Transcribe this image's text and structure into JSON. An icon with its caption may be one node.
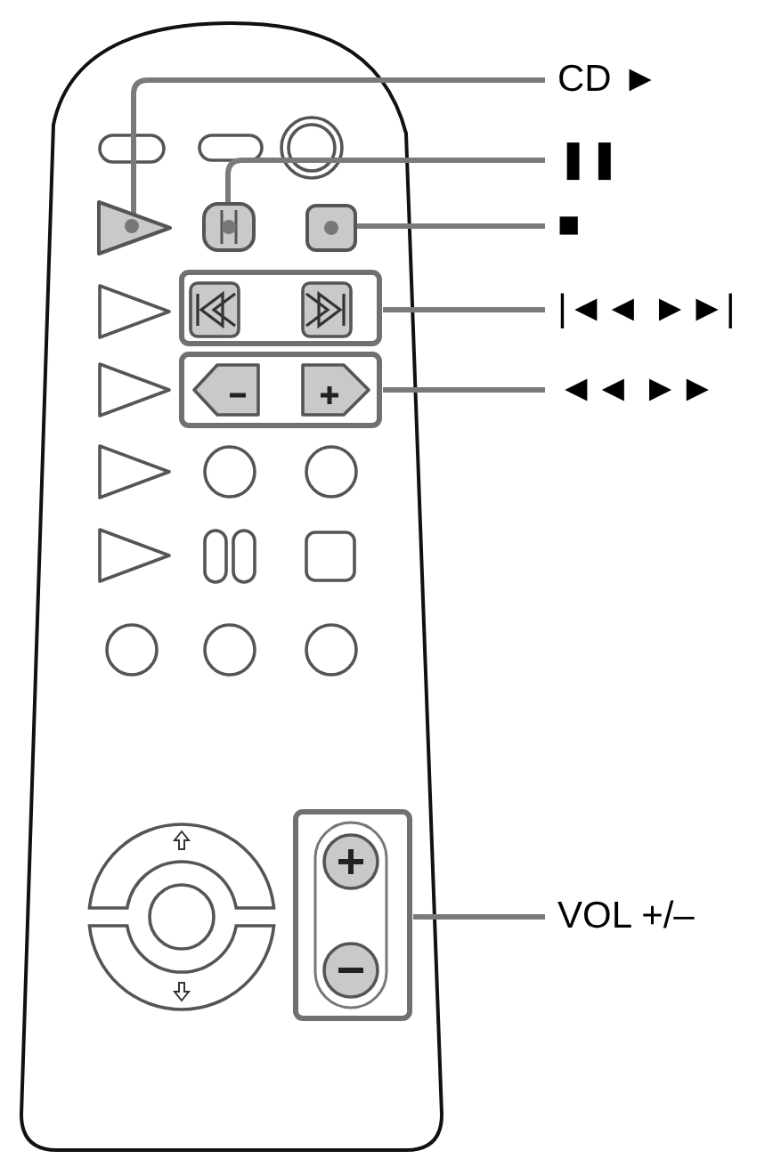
{
  "diagram": {
    "nodes": [
      {
        "text": [
          "CD ►"
        ]
      },
      {
        "text": [
          "❚❚"
        ]
      },
      {
        "text": [
          "■"
        ]
      },
      {
        "text": [
          "|◄◄ ►►|"
        ]
      },
      {
        "text": [
          "◄◄ ►►"
        ]
      },
      {
        "text": [
          "VOL +/–"
        ]
      },
      {
        "text": [],
        "shape": "triangle"
      },
      {
        "text": [],
        "shape": "box"
      },
      {
        "text": [],
        "shape": "box"
      },
      {
        "text": [],
        "shape": "box"
      },
      {
        "text": [],
        "shape": "box"
      },
      {
        "text": [],
        "shape": "box"
      }
    ],
    "edges": [
      {
        "from": 0,
        "to": 6,
        "arrow": "none"
      },
      {
        "from": 1,
        "to": 7,
        "arrow": "none"
      },
      {
        "from": 2,
        "to": 8,
        "arrow": "none"
      },
      {
        "from": 3,
        "to": 9,
        "arrow": "none"
      },
      {
        "from": 4,
        "to": 10,
        "arrow": "none"
      },
      {
        "from": 5,
        "to": 11,
        "arrow": "none"
      }
    ]
  }
}
